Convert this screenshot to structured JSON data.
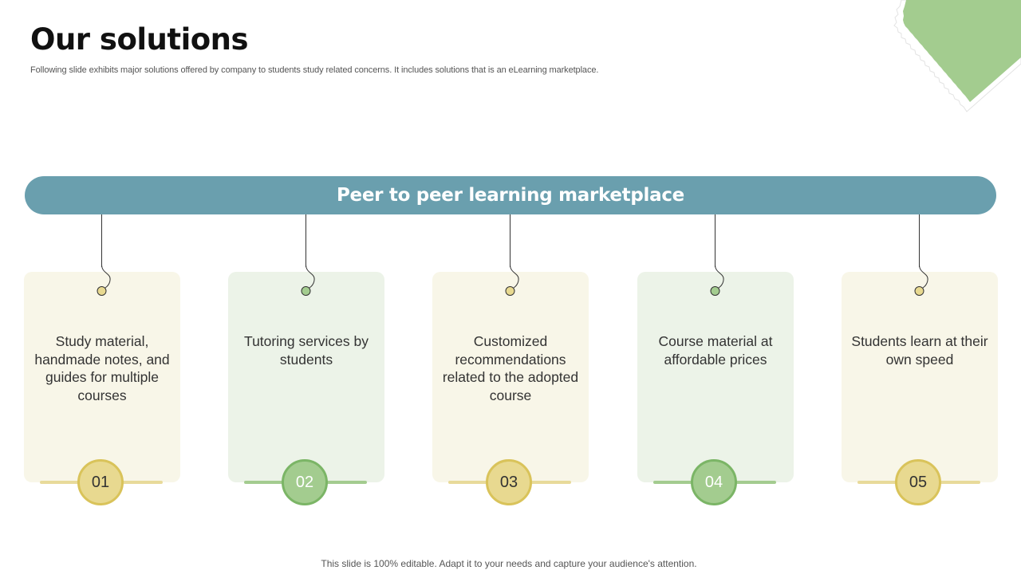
{
  "title": "Our solutions",
  "subtitle": "Following slide exhibits major solutions offered by company to students study related concerns. It includes solutions that is an eLearning marketplace.",
  "banner": "Peer to peer learning marketplace",
  "colors": {
    "banner": "#6a9fae",
    "yellow_card": "#f8f6e8",
    "green_card": "#ecf3e8",
    "yellow_accent": "#e8d990",
    "green_accent": "#a3cc8f"
  },
  "cards": [
    {
      "number": "01",
      "text": "Study material, handmade notes, and guides for multiple courses",
      "theme": "yellow"
    },
    {
      "number": "02",
      "text": "Tutoring services by students",
      "theme": "green"
    },
    {
      "number": "03",
      "text": "Customized recommendations related to the adopted course",
      "theme": "yellow"
    },
    {
      "number": "04",
      "text": "Course material at affordable prices",
      "theme": "green"
    },
    {
      "number": "05",
      "text": "Students learn at their own speed",
      "theme": "yellow"
    }
  ],
  "footer": "This slide is 100% editable. Adapt it to your needs and capture your audience's attention."
}
